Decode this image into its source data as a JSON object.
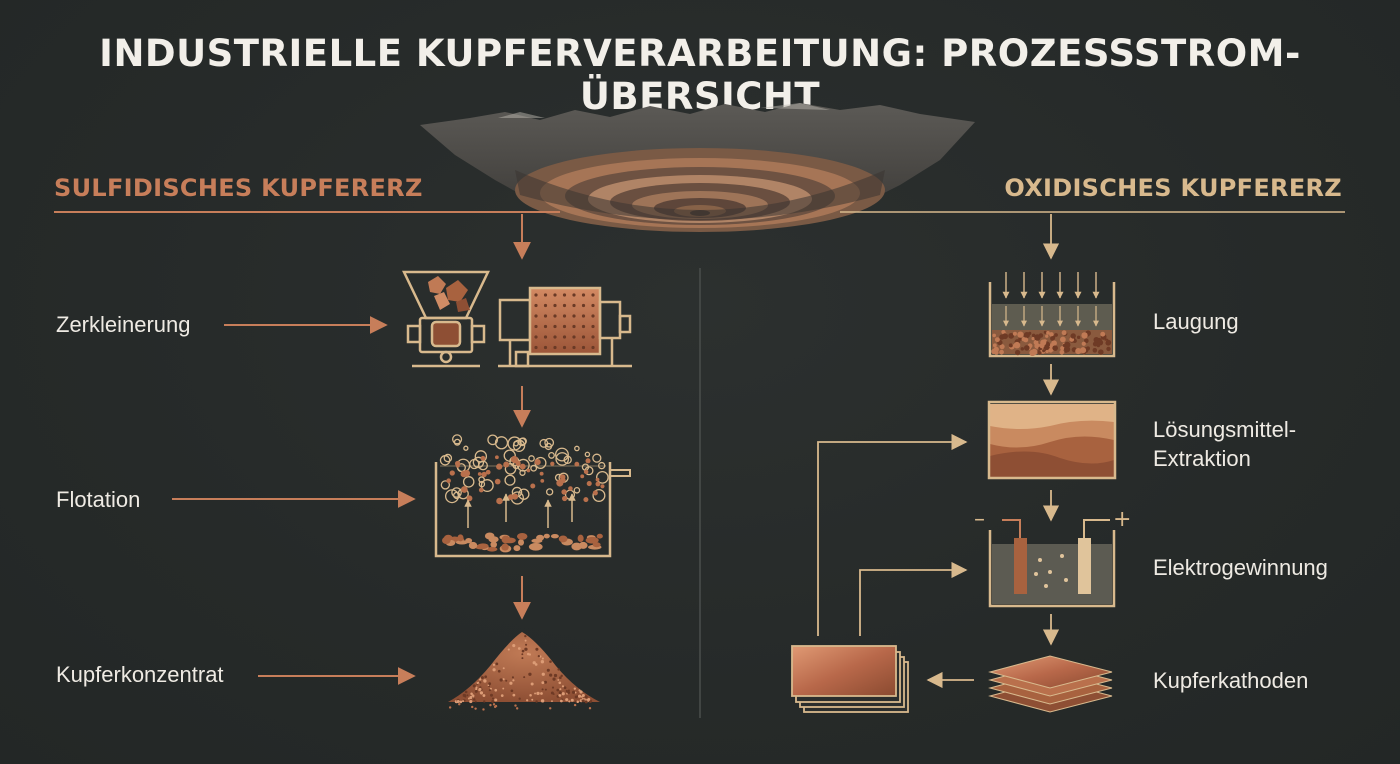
{
  "title": "INDUSTRIELLE KUPFERVERARBEITUNG: PROZESSSTROM-ÜBERSICHT",
  "left": {
    "heading": "SULFIDISCHES KUPFERERZ",
    "steps": [
      {
        "label": "Zerkleinerung",
        "icon": "crusher-and-ball-mill-icon"
      },
      {
        "label": "Flotation",
        "icon": "flotation-cell-icon"
      },
      {
        "label": "Kupferkonzentrat",
        "icon": "concentrate-pile-icon"
      }
    ]
  },
  "right": {
    "heading": "OXIDISCHES KUPFERERZ",
    "steps": [
      {
        "label": "Laugung",
        "icon": "leaching-tank-icon"
      },
      {
        "label": "Lösungsmittel-\nExtraktion",
        "icon": "solvent-extraction-icon"
      },
      {
        "label": "Elektrogewinnung",
        "icon": "electrowinning-cell-icon"
      },
      {
        "label": "Kupferkathoden",
        "icon": "copper-cathodes-icon"
      }
    ],
    "electrode_signs": {
      "minus": "–",
      "plus": "+"
    }
  },
  "colors": {
    "background": "#262a29",
    "copper": "#b9704c",
    "line": "#d8b98d",
    "text": "#eeeae3"
  }
}
